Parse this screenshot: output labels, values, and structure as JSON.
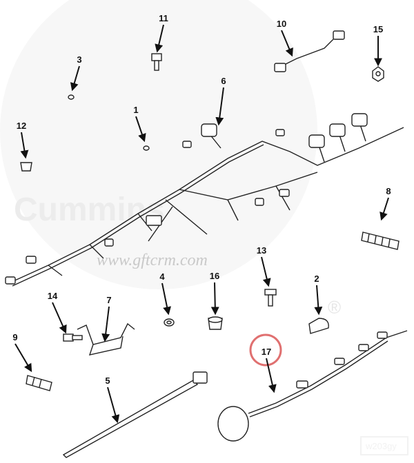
{
  "watermarks": {
    "brand": "Cummins",
    "website": "www.gftcrm.com",
    "registered": "®",
    "image_code": "w203gy"
  },
  "highlight_color": "#e07070",
  "callouts": [
    {
      "id": "11",
      "part": "bolt"
    },
    {
      "id": "10",
      "part": "jumper-harness"
    },
    {
      "id": "15",
      "part": "nut"
    },
    {
      "id": "3",
      "part": "washer"
    },
    {
      "id": "6",
      "part": "main-wiring-harness"
    },
    {
      "id": "1",
      "part": "washer"
    },
    {
      "id": "12",
      "part": "push-nut"
    },
    {
      "id": "8",
      "part": "threaded-stud"
    },
    {
      "id": "13",
      "part": "screw"
    },
    {
      "id": "4",
      "part": "grommet"
    },
    {
      "id": "16",
      "part": "nut"
    },
    {
      "id": "2",
      "part": "p-clamp"
    },
    {
      "id": "14",
      "part": "screw"
    },
    {
      "id": "7",
      "part": "bracket"
    },
    {
      "id": "9",
      "part": "threaded-stud"
    },
    {
      "id": "17",
      "part": "harness-with-connector"
    },
    {
      "id": "5",
      "part": "cable-tie"
    }
  ]
}
